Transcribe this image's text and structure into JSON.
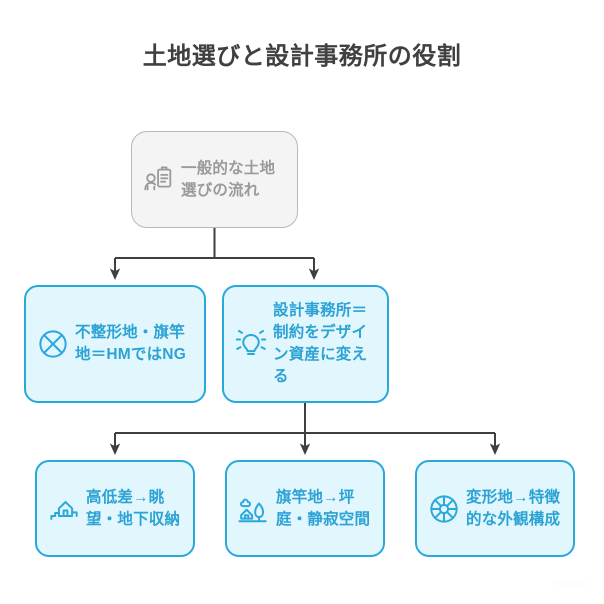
{
  "page": {
    "title": "土地選びと設計事務所の役割",
    "background_color": "#ffffff",
    "title_color": "#404040",
    "watermark": "napkin"
  },
  "theme": {
    "accent_color": "#2aa8dc",
    "node_fill": "#e2f6fd",
    "node_border": "#2aa8dc",
    "node_text": "#2ba3d4",
    "root_fill": "#f4f4f4",
    "root_border": "#b8b8b8",
    "root_text": "#9a9a9a",
    "connector_color": "#3f3f3f"
  },
  "diagram": {
    "type": "flowchart-tree",
    "levels": [
      {
        "level": 1,
        "nodes": [
          {
            "id": "root",
            "label": "一般的な土地選びの流れ",
            "icon": "person-clipboard-icon",
            "style": "root"
          }
        ]
      },
      {
        "level": 2,
        "nodes": [
          {
            "id": "l2-left",
            "label": "不整形地・旗竿地＝HMではNG",
            "icon": "circle-x-icon",
            "style": "blue"
          },
          {
            "id": "l2-right",
            "label": "設計事務所＝制約をデザイン資産に変える",
            "icon": "lightbulb-gear-icon",
            "style": "blue"
          }
        ]
      },
      {
        "level": 3,
        "nodes": [
          {
            "id": "l3-a",
            "label": "高低差→眺望・地下収納",
            "icon": "house-stairs-icon",
            "style": "blue"
          },
          {
            "id": "l3-b",
            "label": "旗竿地→坪庭・静寂空間",
            "icon": "house-tree-cloud-icon",
            "style": "blue"
          },
          {
            "id": "l3-c",
            "label": "変形地→特徴的な外観構成",
            "icon": "circular-wheel-icon",
            "style": "blue"
          }
        ]
      }
    ],
    "edges": [
      {
        "from": "root",
        "to": "l2-left"
      },
      {
        "from": "root",
        "to": "l2-right"
      },
      {
        "from": "l2-right",
        "to": "l3-a"
      },
      {
        "from": "l2-right",
        "to": "l3-b"
      },
      {
        "from": "l2-right",
        "to": "l3-c"
      }
    ]
  }
}
